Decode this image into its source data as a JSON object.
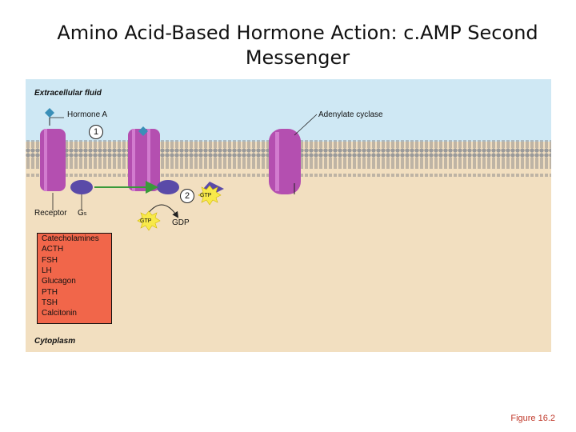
{
  "title": "Amino Acid-Based Hormone Action: c.AMP Second Messenger",
  "labels": {
    "extracellular": "Extracellular fluid",
    "hormone": "Hormone A",
    "adenylate": "Adenylate cyclase",
    "receptor": "Receptor",
    "gs": "G",
    "gs_sub": "s",
    "gtp1": "GTP",
    "gtp2": "GTP",
    "gdp": "GDP",
    "cytoplasm": "Cytoplasm",
    "step1": "1",
    "step2": "2"
  },
  "hormone_list": [
    "Catecholamines",
    "ACTH",
    "FSH",
    "LH",
    "Glucagon",
    "PTH",
    "TSH",
    "Calcitonin"
  ],
  "figure_label": "Figure 16.2",
  "colors": {
    "extracellular": "#cfe8f4",
    "cytoplasm": "#f2dfc0",
    "protein": "#b44fb0",
    "gprotein": "#5a4aa8",
    "hormone_box": "#f1664a",
    "gtp_burst": "#f8e94a",
    "arrow": "#3a9a3a",
    "figure_text": "#c0392b"
  }
}
